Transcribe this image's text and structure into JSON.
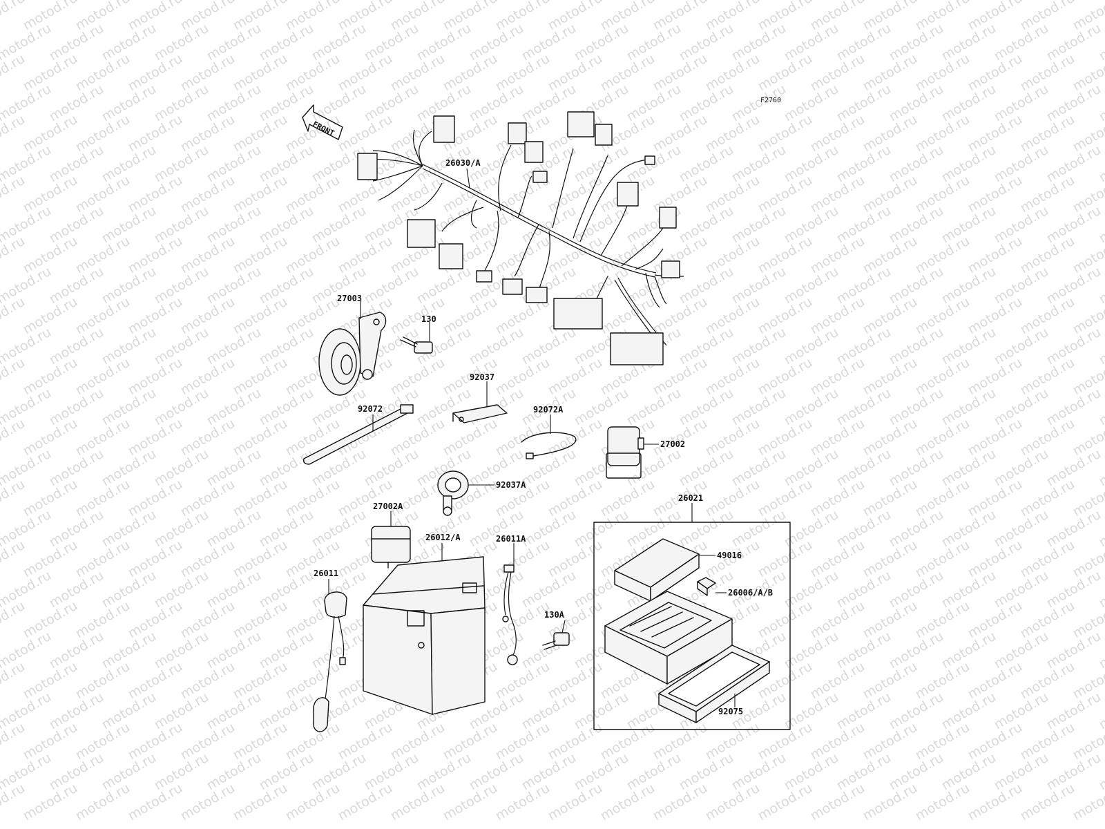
{
  "watermark": {
    "text": "motod.ru"
  },
  "figure_code": "F2760",
  "front_label": "FRONT",
  "parts": {
    "harness": "26030/A",
    "horn": "27003",
    "horn_bolt": "130",
    "clamp_plate": "92037",
    "band_long": "92072",
    "band_small": "92072A",
    "relay": "27002",
    "clamp_loop": "92037A",
    "relay_a": "27002A",
    "battery": "26012/A",
    "battery_cable": "26011A",
    "battery_cable_left": "26011",
    "battery_bolt": "130A",
    "fuse_box": "26021",
    "fuse_cover": "49016",
    "fuse": "26006/A/B",
    "fuse_case": "92075"
  }
}
